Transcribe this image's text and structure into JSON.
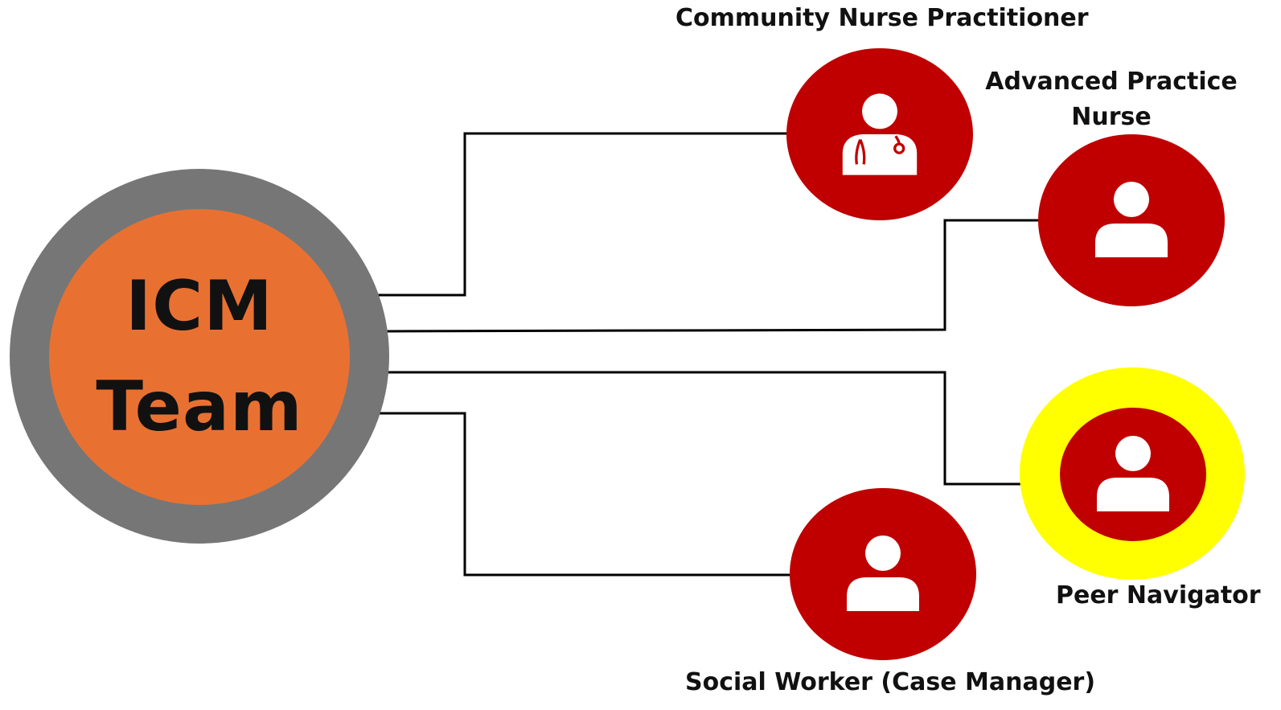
{
  "hub": {
    "line1": "ICM",
    "line2": "Team"
  },
  "roles": {
    "community_np": "Community Nurse Practitioner",
    "advanced_practice_nurse_line1": "Advanced Practice",
    "advanced_practice_nurse_line2": "Nurse",
    "peer_navigator": "Peer Navigator",
    "social_worker": "Social Worker (Case Manager)"
  },
  "colors": {
    "hub_ring": "#767676",
    "hub_fill": "#E87132",
    "role_fill": "#C00000",
    "peer_highlight": "#FFFF00",
    "connector": "#000000",
    "icon": "#ffffff"
  },
  "icons": {
    "community_np": "doctor-stethoscope-icon",
    "advanced_practice_nurse": "person-icon",
    "peer_navigator": "person-icon",
    "social_worker": "person-icon"
  }
}
